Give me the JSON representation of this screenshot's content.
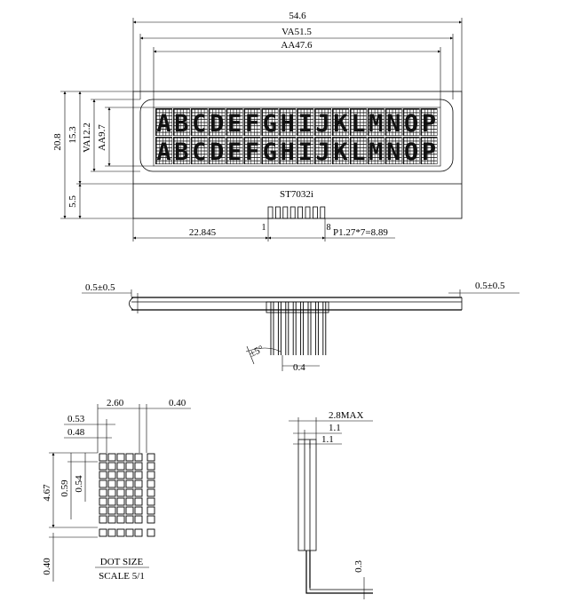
{
  "top_view": {
    "dim_total_width": "54.6",
    "dim_va_width": "VA51.5",
    "dim_aa_width": "AA47.6",
    "dim_total_height": "20.8",
    "dim_mount_height": "15.3",
    "dim_va_height": "VA12.2",
    "dim_aa_height": "AA9.7",
    "dim_bottom_height": "5.5",
    "dim_pin_offset": "22.845",
    "dim_pin_pitch": "P1.27*7=8.89",
    "pin_first": "1",
    "pin_last": "8",
    "controller": "ST7032i",
    "row1_chars": [
      "A",
      "B",
      "C",
      "D",
      "E",
      "F",
      "G",
      "H",
      "I",
      "J",
      "K",
      "L",
      "M",
      "N",
      "O",
      "P"
    ],
    "row2_chars": [
      "A",
      "B",
      "C",
      "D",
      "E",
      "F",
      "G",
      "H",
      "I",
      "J",
      "K",
      "L",
      "M",
      "N",
      "O",
      "P"
    ]
  },
  "front_view": {
    "dim_left_tol": "0.5±0.5",
    "dim_right_tol": "0.5±0.5",
    "dim_angle": "±5°",
    "dim_pin_width": "0.4"
  },
  "dot_detail": {
    "dim_char_width": "2.60",
    "dim_gap": "0.40",
    "dim_dot_pitch_x": "0.53",
    "dim_dot_width": "0.48",
    "dim_char_height": "4.67",
    "dim_dot_pitch_y": "0.59",
    "dim_dot_height": "0.54",
    "dim_underline": "0.40",
    "caption_title": "DOT SIZE",
    "caption_scale": "SCALE 5/1"
  },
  "side_view": {
    "dim_thickness": "2.8MAX",
    "dim_a": "1.1",
    "dim_b": "1.1",
    "dim_pin_thick": "0.3"
  }
}
